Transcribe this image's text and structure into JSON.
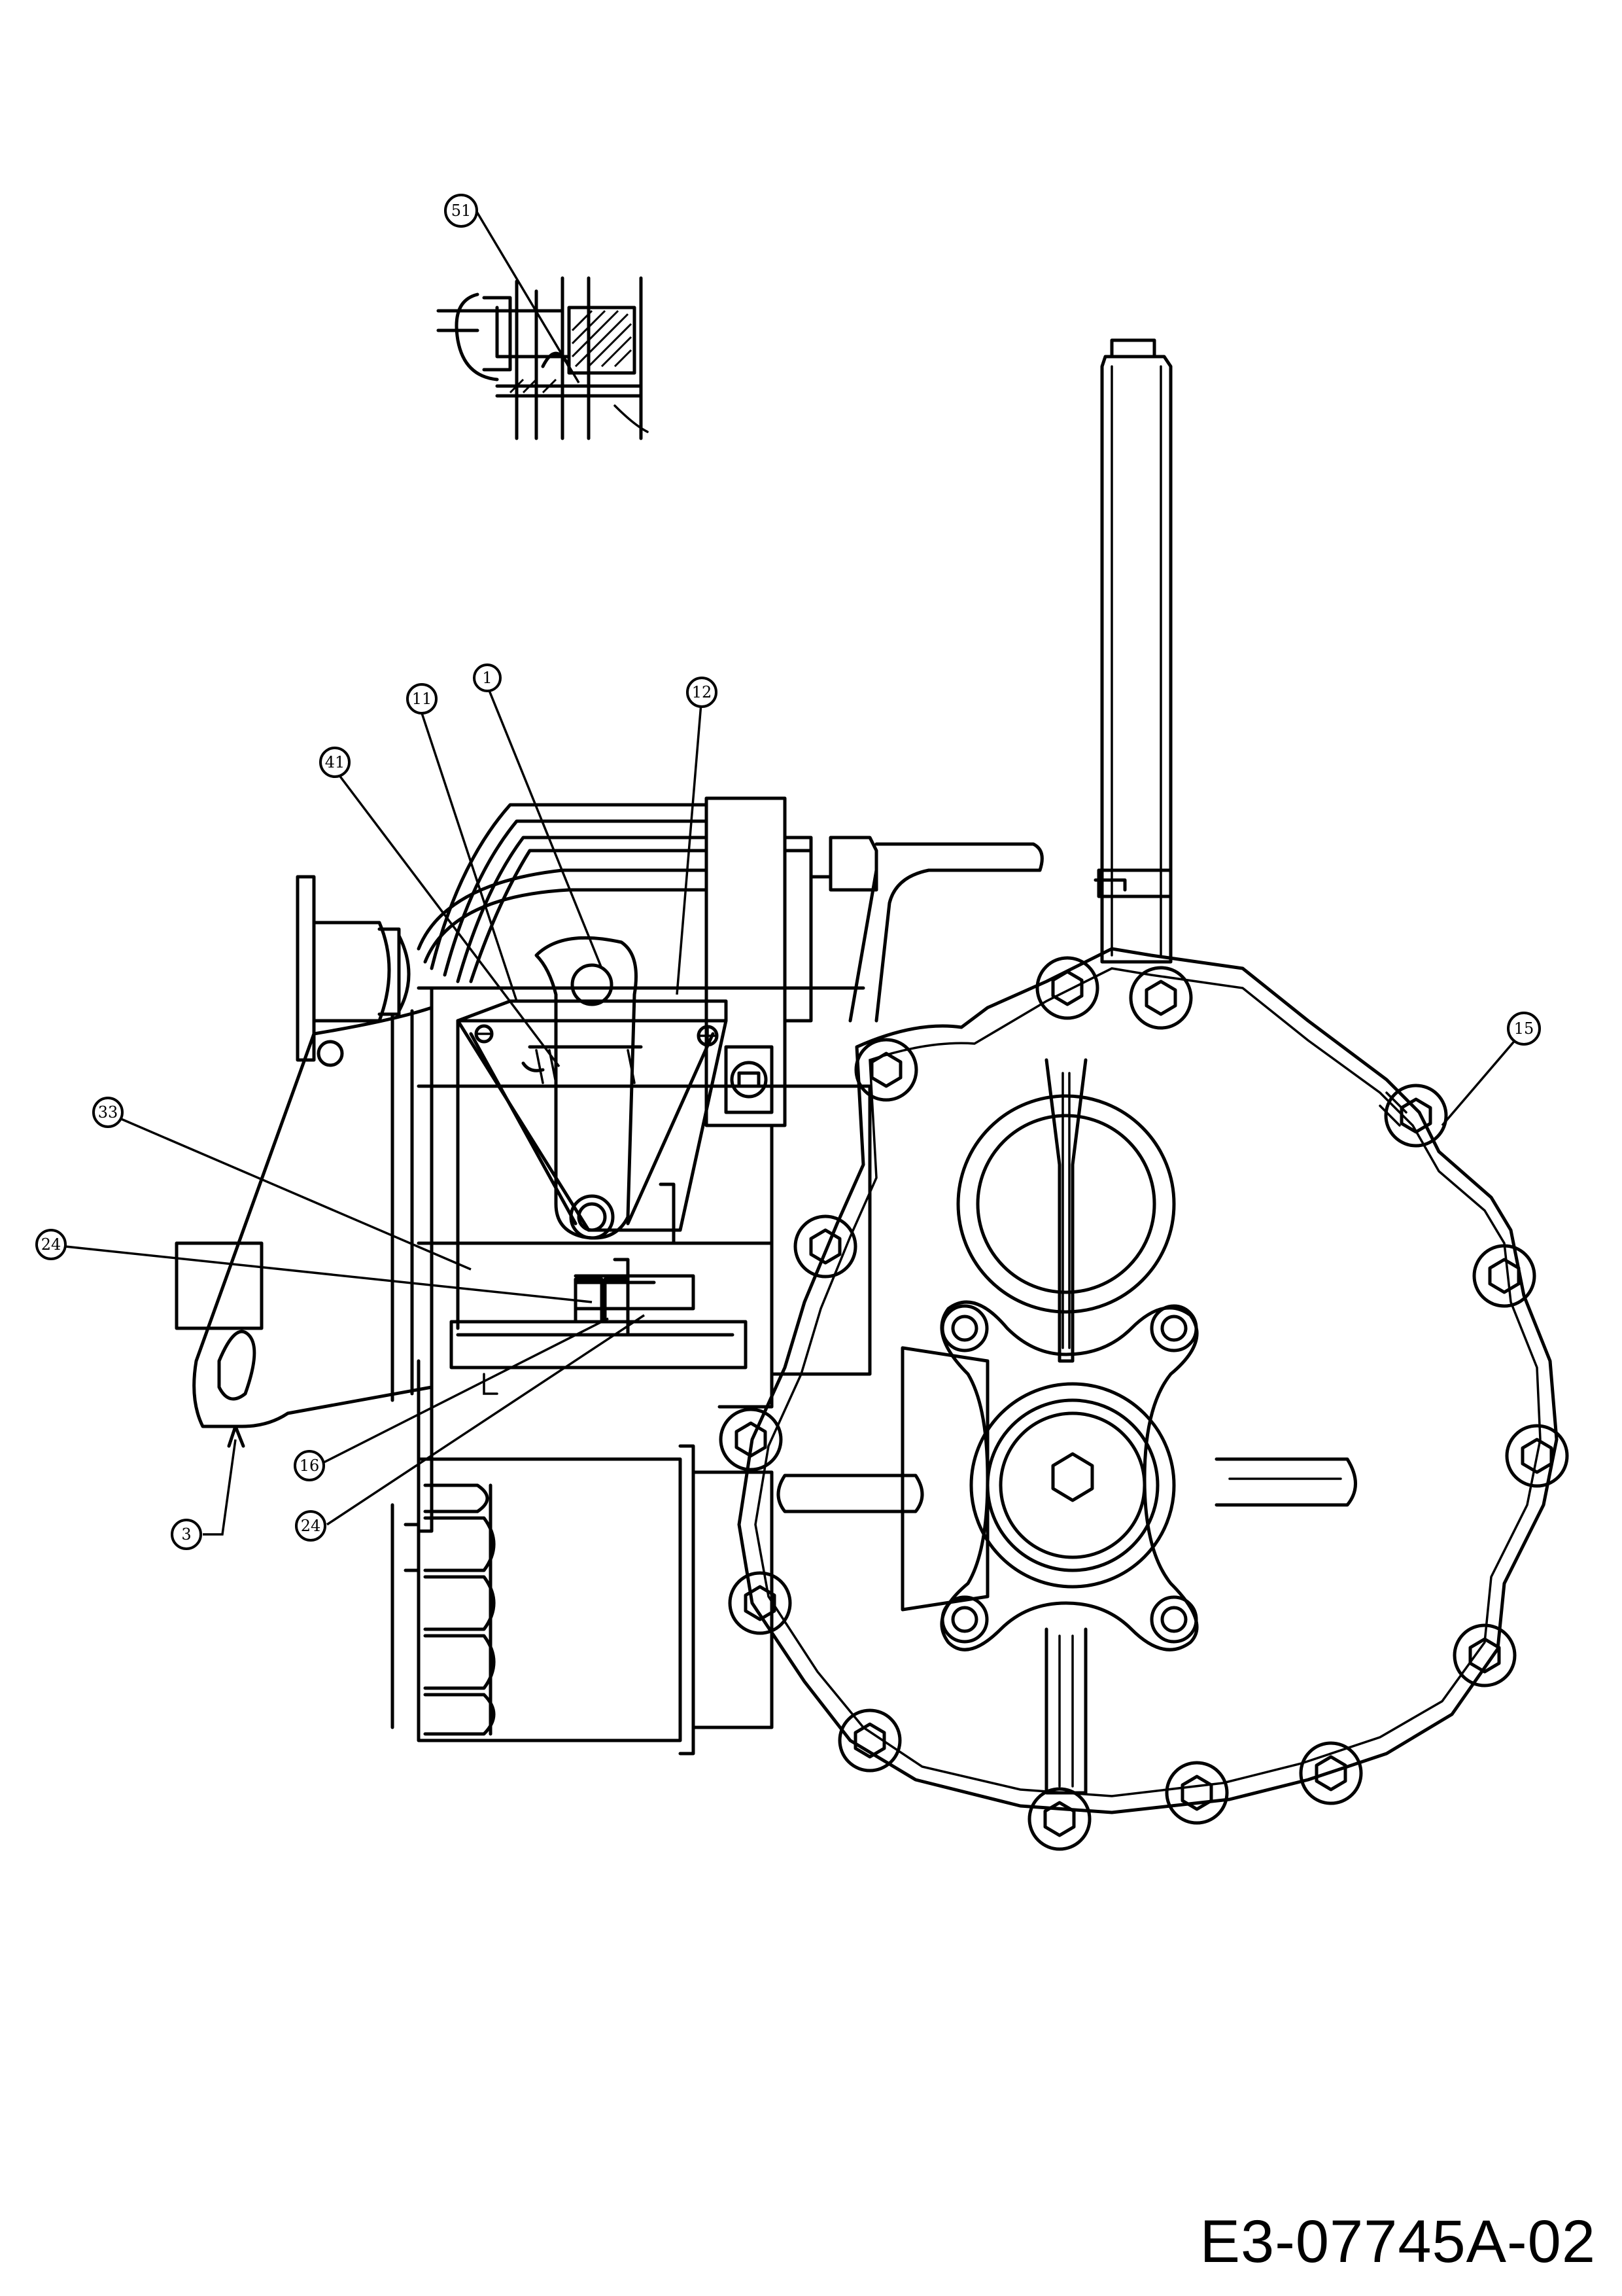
{
  "callouts": [
    {
      "label": "51"
    },
    {
      "label": "11"
    },
    {
      "label": "1"
    },
    {
      "label": "12"
    },
    {
      "label": "41"
    },
    {
      "label": "15"
    },
    {
      "label": "33"
    },
    {
      "label": "24"
    },
    {
      "label": "16"
    },
    {
      "label": "24"
    },
    {
      "label": "3"
    }
  ],
  "drawing_code": "E3-07745A-02"
}
